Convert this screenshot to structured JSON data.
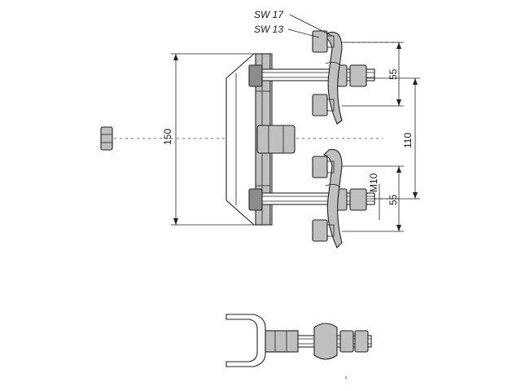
{
  "labels": {
    "sw17": "SW 17",
    "sw13": "SW 13",
    "dim_150": "150",
    "dim_110": "110",
    "dim_55_top": "55",
    "dim_55_bottom": "55",
    "thread_m10": "M10"
  },
  "colors": {
    "line": "#222222",
    "fill_light": "#bfbfbf",
    "fill_dark": "#8c8c8c",
    "background": "#ffffff"
  }
}
